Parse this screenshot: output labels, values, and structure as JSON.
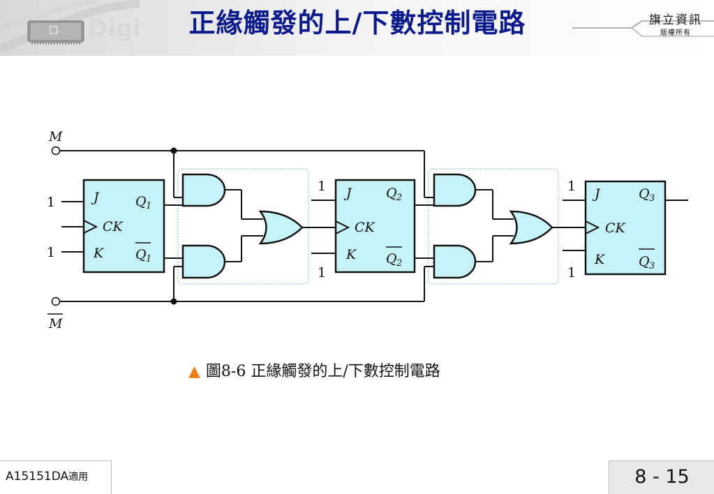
{
  "header": {
    "title": "正緣觸發的上/下數控制電路",
    "watermark": "Digi",
    "publisher": "旗立資訊",
    "copyright": "版權所有"
  },
  "circuit": {
    "control_input": "M",
    "control_input_inverted": "M",
    "flip_flops": [
      {
        "j": "J",
        "k": "K",
        "ck": "CK",
        "q": "Q",
        "qbar": "Q",
        "index": "1",
        "j_level": "1",
        "k_level": "1"
      },
      {
        "j": "J",
        "k": "K",
        "ck": "CK",
        "q": "Q",
        "qbar": "Q",
        "index": "2",
        "j_level": "1",
        "k_level": "1"
      },
      {
        "j": "J",
        "k": "K",
        "ck": "CK",
        "q": "Q",
        "qbar": "Q",
        "index": "3",
        "j_level": "1",
        "k_level": "1"
      }
    ]
  },
  "caption": {
    "text": "圖8-6  正緣觸發的上/下數控制電路"
  },
  "footer": {
    "course_code": "A15151DA",
    "course_suffix": "適用",
    "page": "8 - 15"
  },
  "colors": {
    "title": "#0b1a8c",
    "flip_flop_fill": "#c6f3f8",
    "gate_fill": "#c6f3f8",
    "caption_triangle": "#f07d1a"
  }
}
